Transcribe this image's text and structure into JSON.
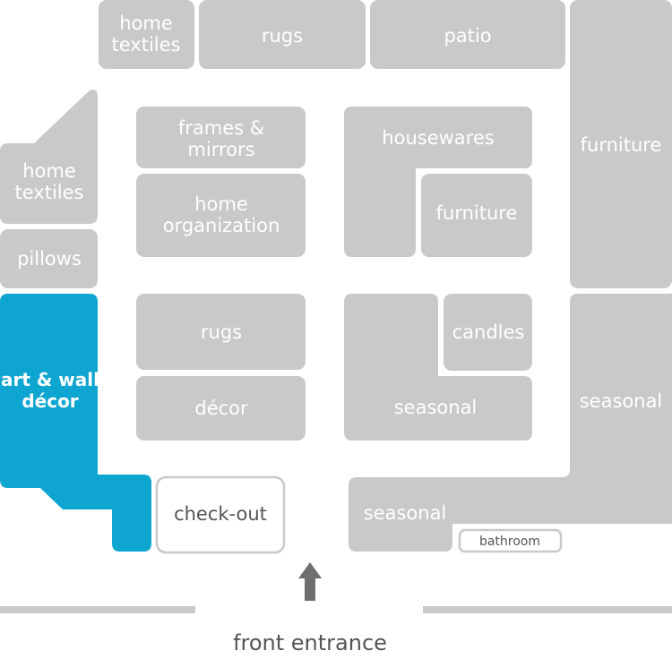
{
  "colors": {
    "department": "#c8c9cb",
    "highlight": "#0ea5d1",
    "arrow": "#6d6e70",
    "text_on_block": "#ffffff",
    "text_dark": "#555555"
  },
  "departments": {
    "home_textiles_top": [
      "home",
      "textiles"
    ],
    "rugs_top": "rugs",
    "patio": "patio",
    "furniture_right": "furniture",
    "home_textiles_left": [
      "home",
      "textiles"
    ],
    "pillows": "pillows",
    "frames_mirrors": [
      "frames &",
      "mirrors"
    ],
    "home_organization": [
      "home",
      "organization"
    ],
    "housewares": "housewares",
    "furniture_center": "furniture",
    "art_wall_decor": [
      "art & wall",
      "décor"
    ],
    "rugs_center": "rugs",
    "decor": "décor",
    "candles": "candles",
    "seasonal_center": "seasonal",
    "seasonal_right": "seasonal",
    "seasonal_bottom": "seasonal",
    "bathroom": "bathroom",
    "checkout": "check-out"
  },
  "entrance": {
    "label": "front entrance",
    "arrow_icon": "up-arrow-icon"
  }
}
